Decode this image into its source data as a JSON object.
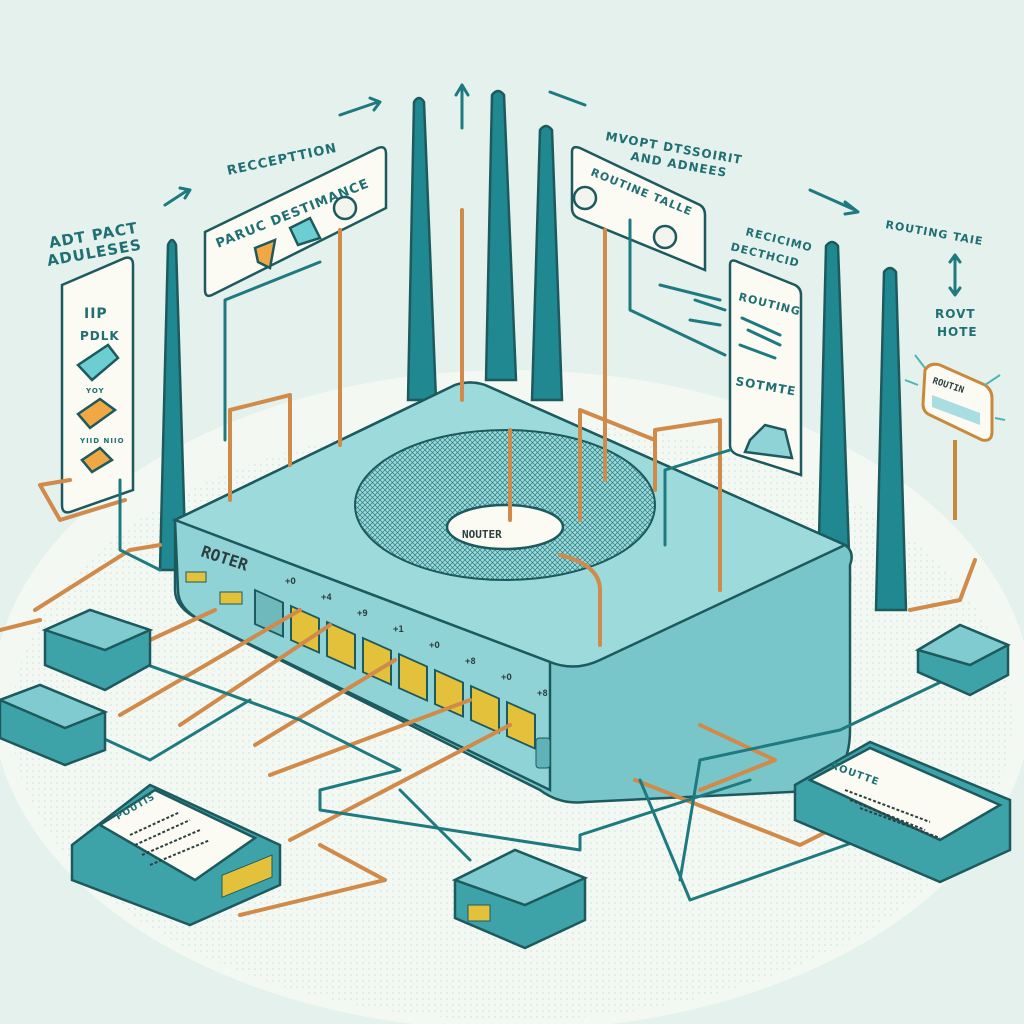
{
  "labels": {
    "adt_pact_1": "ADT PACT",
    "adt_pact_2": "ADULESES",
    "reception": "RECCEPTTION",
    "paruc": "PARUC DESTIMANCE",
    "mvopt_1": "MVOPT DTSSOIRIT",
    "mvopt_2": "AND ADNEES",
    "routine_talle": "ROUTINE TALLE",
    "recicimo_1": "RECICIMO",
    "recicimo_2": "DECTHCID",
    "routing_taie": "ROUTING TAIE",
    "rovt_1": "ROVT",
    "rovt_2": "HOTE"
  },
  "left_panel": {
    "line1": "IIP",
    "line2": "PDLK",
    "line3": "YOY",
    "line4": "YIID NIIO"
  },
  "right_panel": {
    "line1": "ROUTING",
    "line2": "SOTMTE"
  },
  "router": {
    "front_label": "ROTER",
    "top_label": "NOUTER",
    "port_labels": [
      "+O",
      "+4",
      "+9",
      "+1",
      "+O",
      "+8",
      "+O",
      "+8"
    ]
  },
  "sign": {
    "label": "ROUTIN"
  },
  "devices": {
    "left_screen": "POUTIS",
    "right_screen": "ROUTTE"
  },
  "colors": {
    "background": "#e4f1ec",
    "router_body": "#8fd3d6",
    "teal": "#1f7a80",
    "orange": "#d08a4a",
    "panel": "#fbfbf3"
  }
}
